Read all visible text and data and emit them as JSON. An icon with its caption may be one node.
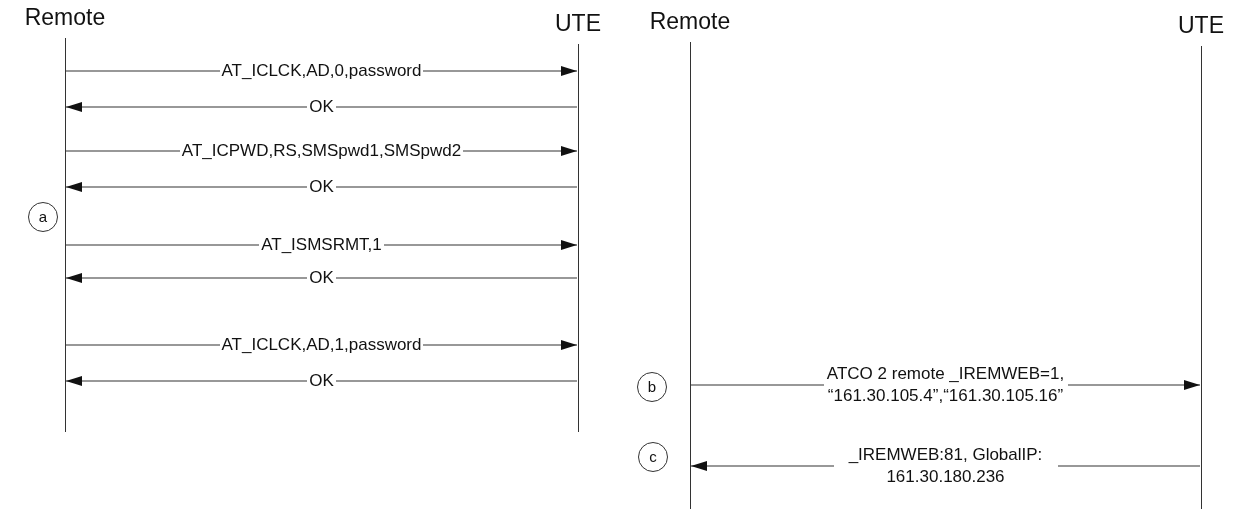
{
  "diagram": {
    "nodes": [
      {
        "text": [
          "Remote"
        ]
      },
      {
        "text": [
          "UTE"
        ]
      },
      {
        "text": [
          "a"
        ]
      },
      {
        "text": [
          "Remote"
        ]
      },
      {
        "text": [
          "UTE"
        ]
      },
      {
        "text": [
          "b"
        ]
      },
      {
        "text": [
          "c"
        ]
      }
    ],
    "edges": [
      {
        "from": 0,
        "to": 1,
        "arrow": "to",
        "label": "AT_ICLCK,AD,0,password"
      },
      {
        "from": 1,
        "to": 0,
        "arrow": "to",
        "label": "OK"
      },
      {
        "from": 0,
        "to": 1,
        "arrow": "to",
        "label": "AT_ICPWD,RS,SMSpwd1,SMSpwd2"
      },
      {
        "from": 1,
        "to": 0,
        "arrow": "to",
        "label": "OK"
      },
      {
        "from": 0,
        "to": 1,
        "arrow": "to",
        "label": "AT_ISMSRMT,1"
      },
      {
        "from": 1,
        "to": 0,
        "arrow": "to",
        "label": "OK"
      },
      {
        "from": 0,
        "to": 1,
        "arrow": "to",
        "label": "AT_ICLCK,AD,1,password"
      },
      {
        "from": 1,
        "to": 0,
        "arrow": "to",
        "label": "OK"
      },
      {
        "from": 3,
        "to": 4,
        "arrow": "to",
        "label": "ATCO 2 remote _IREMWEB=1, “161.30.105.4”,“161.30.105.16”"
      },
      {
        "from": 4,
        "to": 3,
        "arrow": "to",
        "label": "_IREMWEB:81, GlobalIP: 161.30.180.236"
      }
    ]
  }
}
